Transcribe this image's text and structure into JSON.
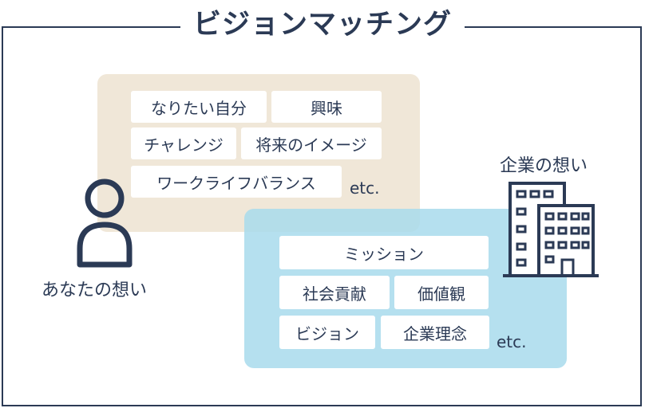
{
  "title": "ビジョンマッチング",
  "you": {
    "label": "あなたの想い",
    "tags": [
      "なりたい自分",
      "興味",
      "チャレンジ",
      "将来のイメージ",
      "ワークライフバランス"
    ],
    "etc": "etc."
  },
  "company": {
    "label": "企業の想い",
    "tags": [
      "ミッション",
      "社会貢献",
      "価値観",
      "ビジョン",
      "企業理念"
    ],
    "etc": "etc."
  },
  "icons": {
    "person": "person-icon",
    "building": "building-icon"
  },
  "colors": {
    "primary": "#2b3a55",
    "panel_you": "#ece0cd",
    "panel_company": "#a8daec",
    "tag_bg": "#ffffff"
  }
}
